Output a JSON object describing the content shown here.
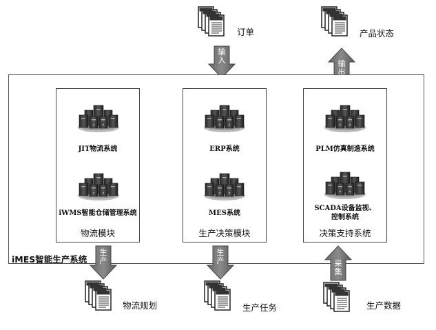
{
  "top_docs": [
    {
      "label": "订单"
    },
    {
      "label": "产品状态"
    }
  ],
  "arrows": {
    "input": "输入",
    "output": "输出",
    "produce_left": "生产",
    "produce_mid": "生产",
    "collect": "采集"
  },
  "outer_title": "iMES智能生产系统",
  "modules": [
    {
      "systems": [
        "JIT物流系统",
        "iWMS智能仓储管理系统"
      ],
      "label": "物流模块"
    },
    {
      "systems": [
        "ERP系统",
        "MES系统"
      ],
      "label": "生产决策模块"
    },
    {
      "systems": [
        "PLM仿真制造系统",
        "SCADA设备监视、控制系统"
      ],
      "label": "决策支持系统"
    }
  ],
  "bottom_docs": [
    {
      "label": "物流规划"
    },
    {
      "label": "生产任务"
    },
    {
      "label": "生产数据"
    }
  ]
}
